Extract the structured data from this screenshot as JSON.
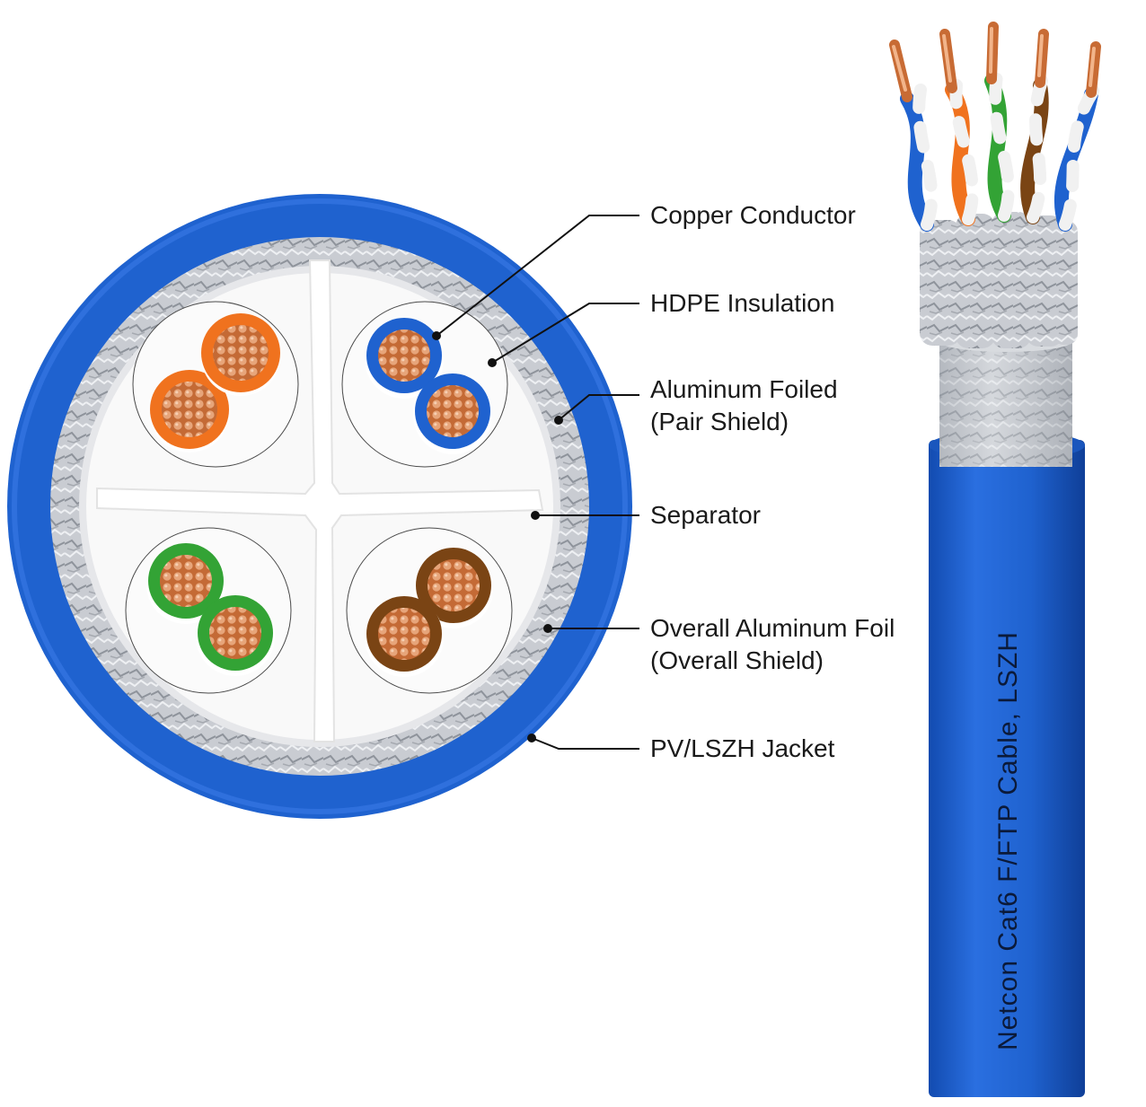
{
  "colors": {
    "jacket": "#1f62cf",
    "jacket_dark": "#124bb0",
    "foil": "#c9ccd2",
    "separator": "#f4f4f4",
    "copper": "#d9804a",
    "pair_orange": "#f0721e",
    "pair_blue": "#1f62cf",
    "pair_green": "#33a335",
    "pair_brown": "#7a4414",
    "white": "#ffffff"
  },
  "labels": {
    "copper_conductor": "Copper Conductor",
    "hdpe_insulation": "HDPE Insulation",
    "pair_shield_line1": "Aluminum Foiled",
    "pair_shield_line2": "(Pair Shield)",
    "separator": "Separator",
    "overall_foil_line1": "Overall Aluminum Foil",
    "overall_foil_line2": "(Overall Shield)",
    "jacket": "PV/LSZH Jacket"
  },
  "cable_print": "Netcon Cat6 F/FTP Cable, LSZH"
}
